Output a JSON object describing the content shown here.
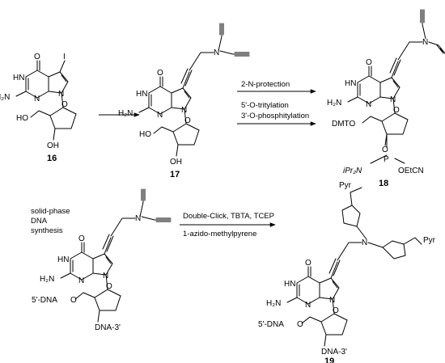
{
  "compounds": [
    {
      "id": "16",
      "label": "16"
    },
    {
      "id": "17",
      "label": "17"
    },
    {
      "id": "18",
      "label": "18"
    },
    {
      "id": "19",
      "label": "19"
    }
  ],
  "atoms": {
    "O": "O",
    "N": "N",
    "HN": "HN",
    "H2N": "H₂N",
    "I": "I",
    "HO": "HO",
    "OH": "OH",
    "DMTO": "DMTO",
    "P": "P",
    "iPr2N": "iPr₂N",
    "OEtCN": "OEtCN",
    "DNA5": "5'-DNA",
    "DNA3": "DNA-3'",
    "Pyr": "Pyr"
  },
  "steps": {
    "step1": {
      "lines": [
        "2-N-protection"
      ]
    },
    "step2": {
      "lines": [
        "5'-O-tritylation",
        "3'-O-phosphitylation"
      ]
    },
    "step3": {
      "lines": [
        "solid-phase",
        "DNA",
        "synthesis"
      ]
    },
    "step4": {
      "lines": [
        "Double-Click, TBTA, TCEP",
        "1-azido-methylpyrene"
      ]
    }
  }
}
